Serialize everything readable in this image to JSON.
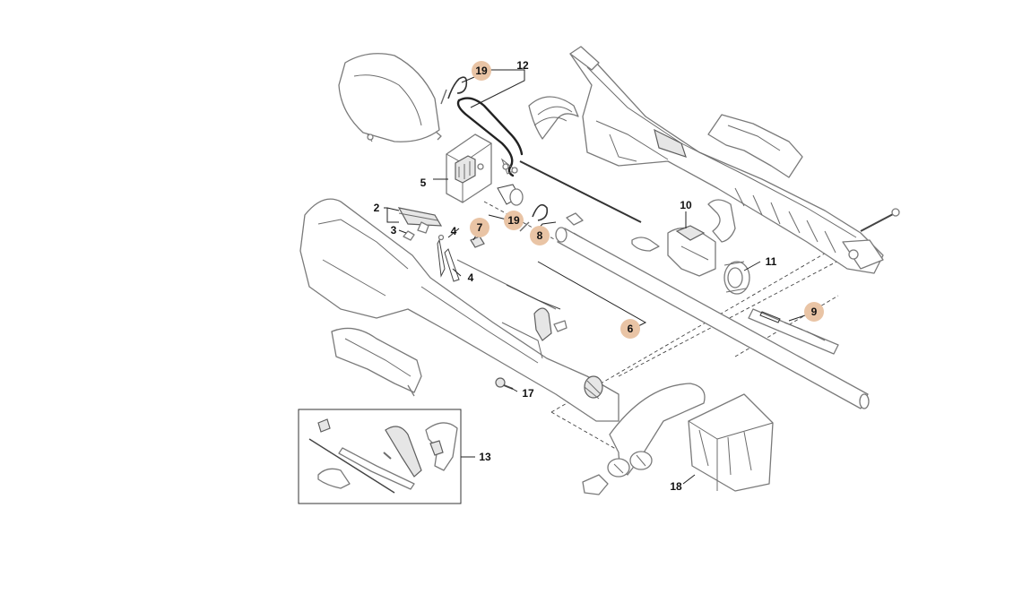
{
  "highlight_color": "#e9c4a5",
  "highlight_ring_color": "#c98a60",
  "callouts": [
    {
      "label": "19",
      "highlighted": true
    },
    {
      "label": "12",
      "highlighted": false
    },
    {
      "label": "5",
      "highlighted": false
    },
    {
      "label": "2",
      "highlighted": false
    },
    {
      "label": "3",
      "highlighted": false
    },
    {
      "label": "4",
      "highlighted": false
    },
    {
      "label": "4",
      "highlighted": false
    },
    {
      "label": "7",
      "highlighted": true
    },
    {
      "label": "19",
      "highlighted": true
    },
    {
      "label": "8",
      "highlighted": true
    },
    {
      "label": "10",
      "highlighted": false
    },
    {
      "label": "11",
      "highlighted": false
    },
    {
      "label": "9",
      "highlighted": true
    },
    {
      "label": "6",
      "highlighted": true
    },
    {
      "label": "17",
      "highlighted": false
    },
    {
      "label": "13",
      "highlighted": false
    },
    {
      "label": "18",
      "highlighted": false
    }
  ]
}
